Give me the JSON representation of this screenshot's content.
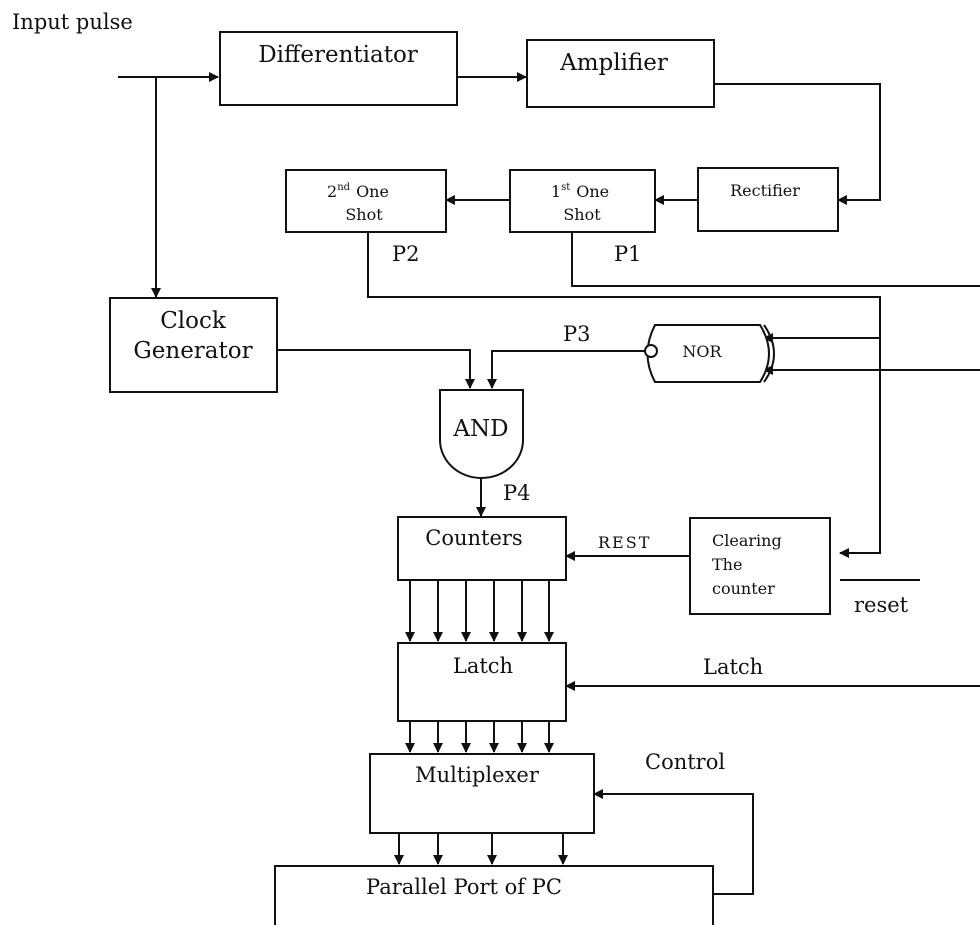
{
  "blocks": {
    "differentiator": "Differentiator",
    "amplifier": "Amplifier",
    "rectifier": "Rectifier",
    "one_shot_1": {
      "num": "1",
      "sup": "st",
      "word": "One",
      "line2": "Shot"
    },
    "one_shot_2": {
      "num": "2",
      "sup": "nd",
      "word": "One",
      "line2": "Shot"
    },
    "clock_generator": {
      "line1": "Clock",
      "line2": "Generator"
    },
    "nor_gate": "NOR",
    "and_gate": "AND",
    "counters": "Counters",
    "clearing": {
      "line1": "Clearing",
      "line2": "The",
      "line3": "counter"
    },
    "latch": "Latch",
    "multiplexer": "Multiplexer",
    "parallel_port": "Parallel Port of PC"
  },
  "signals": {
    "input_pulse": "Input pulse",
    "p1": "P1",
    "p2": "P2",
    "p3": "P3",
    "p4": "P4",
    "rest": "REST",
    "reset": "reset",
    "latch": "Latch",
    "control": "Control"
  }
}
